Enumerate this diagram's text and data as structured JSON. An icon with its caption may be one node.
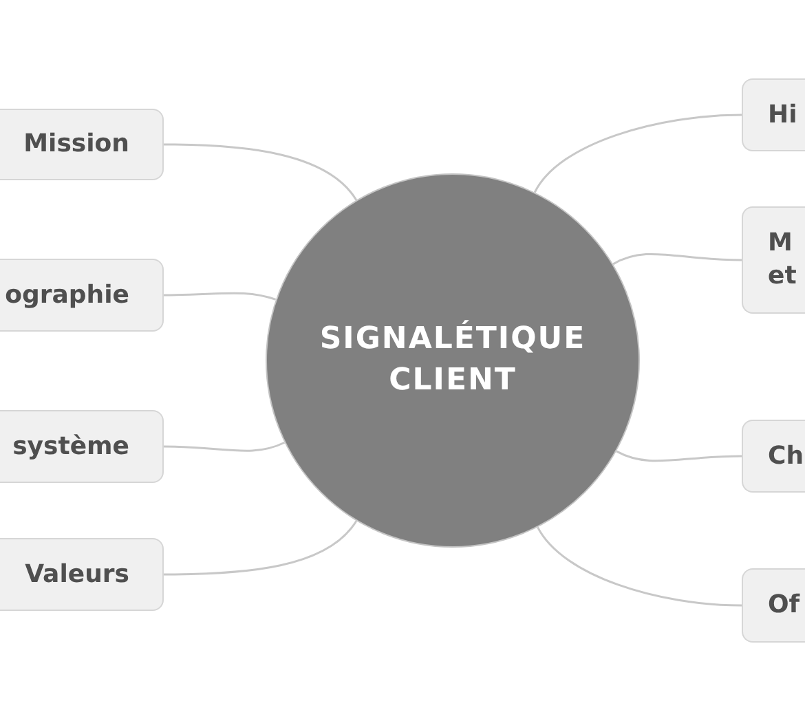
{
  "diagram": {
    "nodes": [
      {
        "text": [
          "SIGNALÉTIQUE CLIENT"
        ]
      },
      {
        "text": [
          "Mission"
        ]
      },
      {
        "text": [
          "ographie"
        ]
      },
      {
        "text": [
          "système"
        ]
      },
      {
        "text": [
          "Valeurs"
        ]
      },
      {
        "text": [
          "Hi"
        ]
      },
      {
        "text": [
          "M et"
        ]
      },
      {
        "text": [
          "Ch"
        ]
      },
      {
        "text": [
          "Of"
        ]
      }
    ],
    "edges": [
      {
        "from": 0,
        "to": 1,
        "arrow": "none"
      },
      {
        "from": 0,
        "to": 2,
        "arrow": "none"
      },
      {
        "from": 0,
        "to": 3,
        "arrow": "none"
      },
      {
        "from": 0,
        "to": 4,
        "arrow": "none"
      },
      {
        "from": 0,
        "to": 5,
        "arrow": "none"
      },
      {
        "from": 0,
        "to": 6,
        "arrow": "none"
      },
      {
        "from": 0,
        "to": 7,
        "arrow": "none"
      },
      {
        "from": 0,
        "to": 8,
        "arrow": "none"
      }
    ]
  }
}
